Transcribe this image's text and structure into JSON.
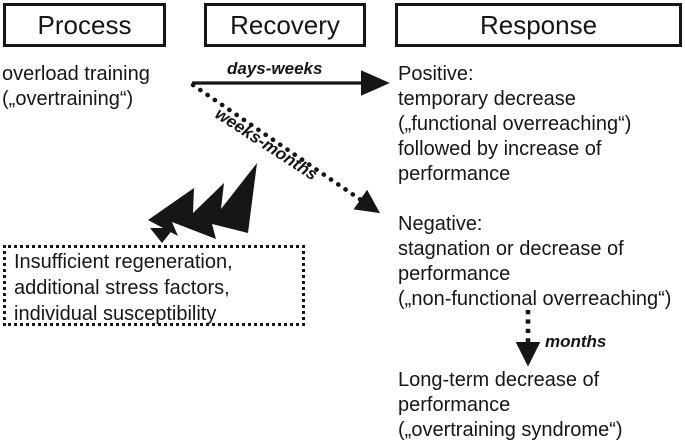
{
  "diagram": {
    "title": "Overtraining process-recovery-response flow",
    "background_color": "#ffffff",
    "ink_color": "#161616"
  },
  "headers": {
    "process": "Process",
    "recovery": "Recovery",
    "response": "Response"
  },
  "process": {
    "stimulus_text": "overload training\n(„overtraining“)"
  },
  "arrows": {
    "days_weeks_label": "days-weeks",
    "weeks_months_label": "weeks-months",
    "months_label": "months"
  },
  "modifiers": {
    "box_text": "Insufficient regeneration,\nadditional stress factors,\nindividual susceptibility"
  },
  "response": {
    "positive": "Positive:\ntemporary decrease\n(„functional overreaching“)\nfollowed by increase of\nperformance",
    "negative": "Negative:\nstagnation or decrease of\nperformance\n(„non-functional overreaching“)",
    "long_term": "Long-term decrease of\nperformance\n(„overtraining syndrome“)"
  }
}
